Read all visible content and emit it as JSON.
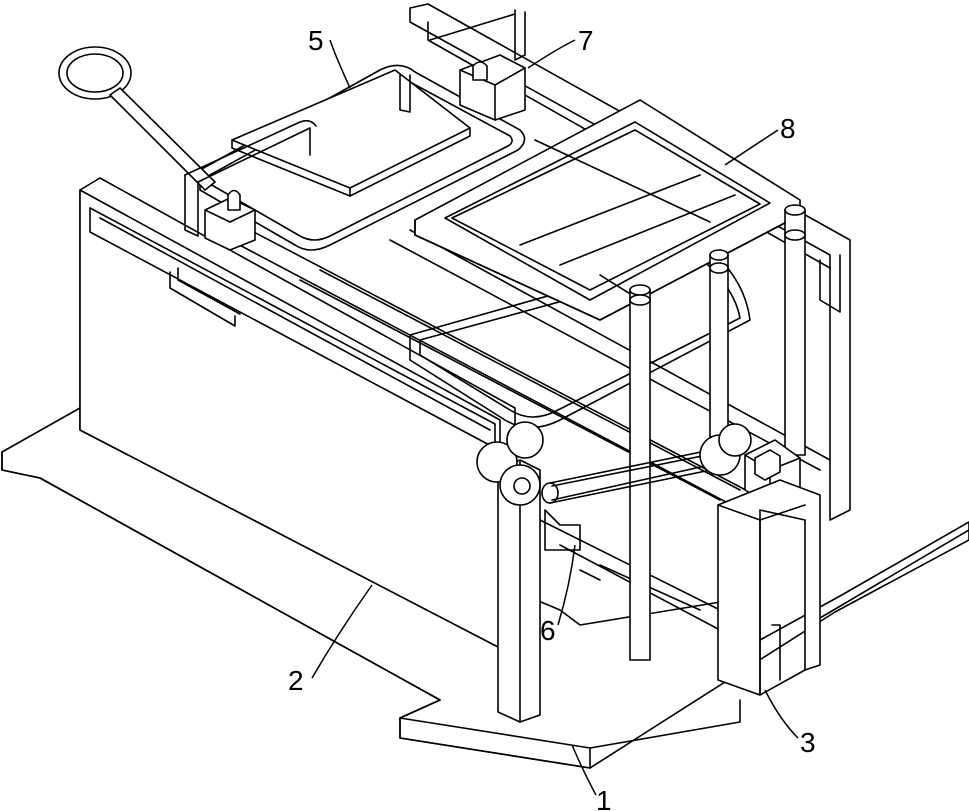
{
  "labels": [
    {
      "key": "base",
      "text": "1"
    },
    {
      "key": "tank",
      "text": "2"
    },
    {
      "key": "support",
      "text": "3"
    },
    {
      "key": "tray",
      "text": "5"
    },
    {
      "key": "transmission",
      "text": "6"
    },
    {
      "key": "guide",
      "text": "7"
    },
    {
      "key": "frame",
      "text": "8"
    }
  ],
  "colors": {
    "line": "#000000",
    "fill": "#ffffff"
  }
}
